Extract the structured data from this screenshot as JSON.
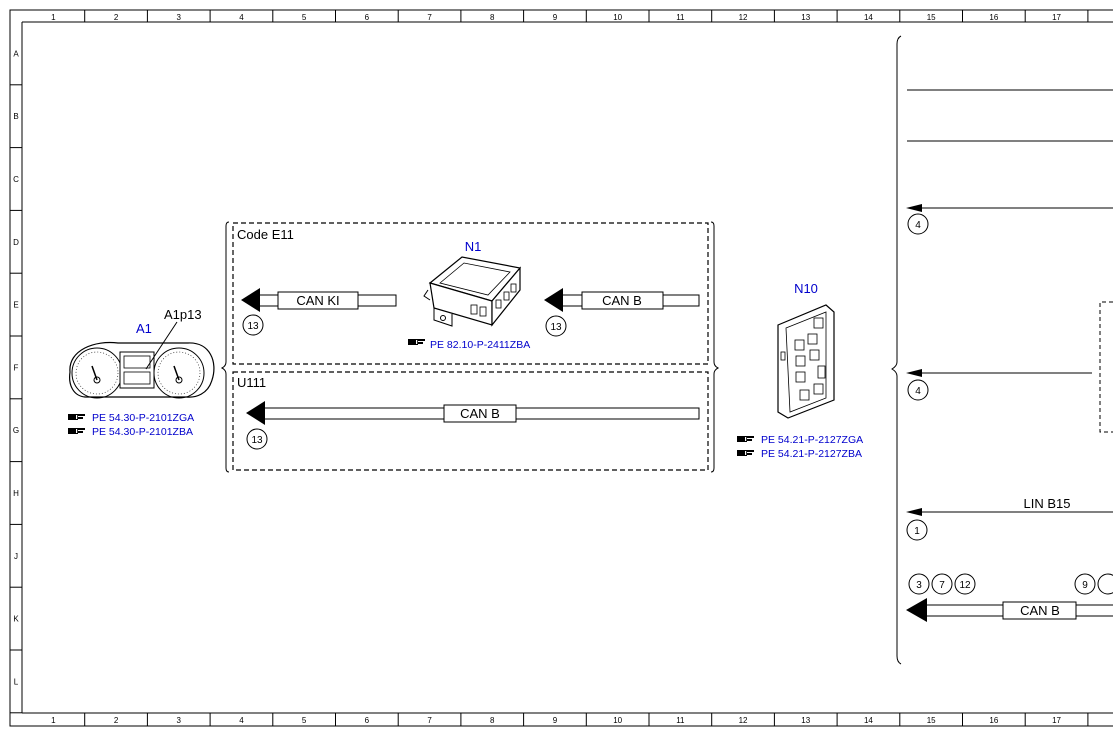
{
  "grid": {
    "columns": [
      "1",
      "2",
      "3",
      "4",
      "5",
      "6",
      "7",
      "8",
      "9",
      "10",
      "11",
      "12",
      "13",
      "14",
      "15",
      "16",
      "17"
    ],
    "rows": [
      "A",
      "B",
      "C",
      "D",
      "E",
      "F",
      "G",
      "H",
      "J",
      "K",
      "L"
    ]
  },
  "components": {
    "a1": {
      "code": "A1",
      "sub_code": "A1p13",
      "refs": [
        "PE 54.30-P-2101ZGA",
        "PE 54.30-P-2101ZBA"
      ]
    },
    "n1": {
      "code": "N1",
      "refs": [
        "PE 82.10-P-2411ZBA"
      ]
    },
    "n10": {
      "code": "N10",
      "refs": [
        "PE 54.21-P-2127ZGA",
        "PE 54.21-P-2127ZBA"
      ]
    }
  },
  "groups": {
    "code_e11": "Code E11",
    "u111": "U111"
  },
  "buses": {
    "can_ki": "CAN KI",
    "can_b_upper": "CAN B",
    "can_b_middle": "CAN B",
    "lin_b15": "LIN B15",
    "can_b_bottom": "CAN B"
  },
  "markers": {
    "m13a": "13",
    "m13b": "13",
    "m13c": "13",
    "m4a": "4",
    "m4b": "4",
    "m1": "1",
    "m3": "3",
    "m7": "7",
    "m12": "12",
    "m9": "9"
  },
  "colors": {
    "line": "#000000",
    "component_code": "#0000cc",
    "reference_link": "#0000cc",
    "background": "#ffffff"
  },
  "icons": {
    "reference": "pointing-hand-icon"
  }
}
